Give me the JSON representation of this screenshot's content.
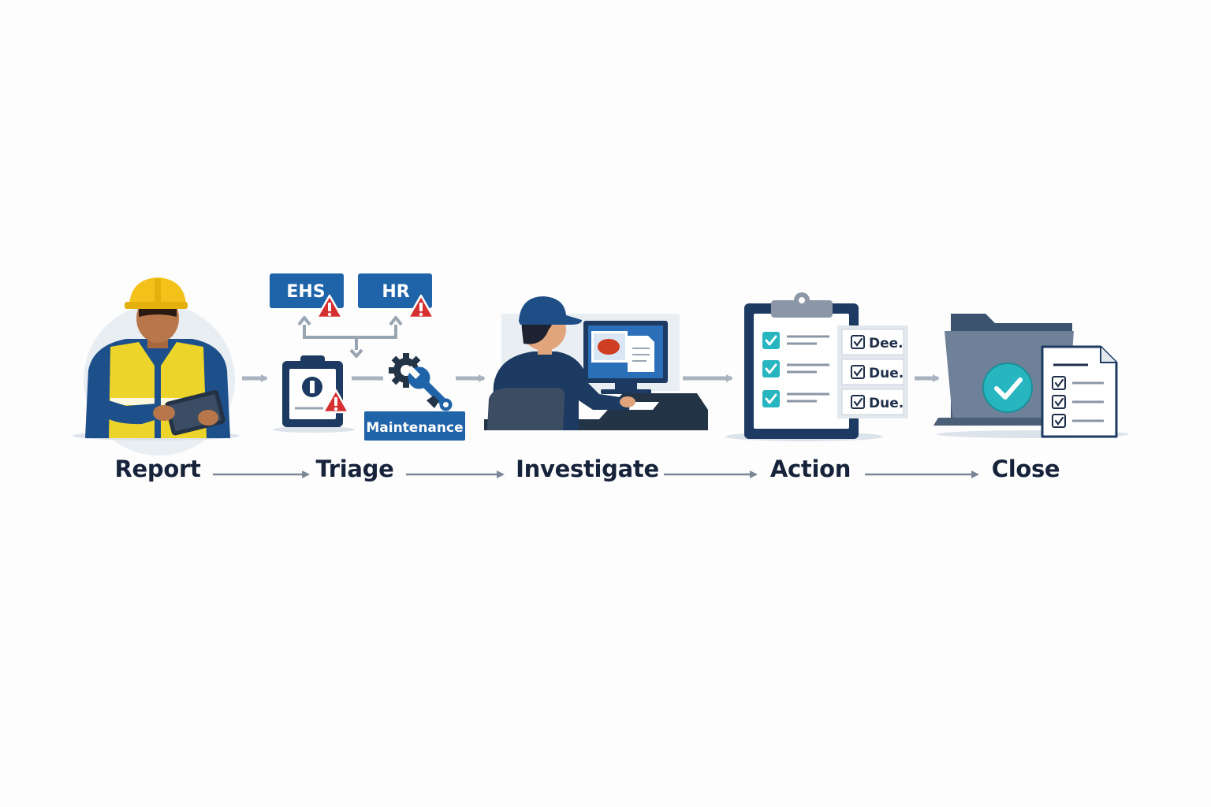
{
  "steps": [
    {
      "label": "Report"
    },
    {
      "label": "Triage"
    },
    {
      "label": "Investigate"
    },
    {
      "label": "Action"
    },
    {
      "label": "Close"
    }
  ],
  "triage": {
    "tags": [
      {
        "label": "EHS"
      },
      {
        "label": "HR"
      },
      {
        "label": "Maintenance"
      }
    ]
  },
  "action": {
    "due_items": [
      {
        "label": "Dee."
      },
      {
        "label": "Due."
      },
      {
        "label": "Due."
      }
    ]
  },
  "icons": [
    "worker-with-tablet-icon",
    "clipboard-alert-icon",
    "warning-icon",
    "gear-wrench-icon",
    "investigator-at-computer-icon",
    "checklist-clipboard-icon",
    "checkbox-icon",
    "folder-icon",
    "document-icon",
    "check-circle-icon",
    "arrow-right-icon"
  ],
  "colors": {
    "navy": "#1d3a63",
    "brand_blue": "#1f63a8",
    "alert_red": "#d62f2f",
    "teal_check": "#27b5bf",
    "hard_hat": "#f2c21b",
    "label_text": "#16233a",
    "connector": "#7b8796"
  }
}
